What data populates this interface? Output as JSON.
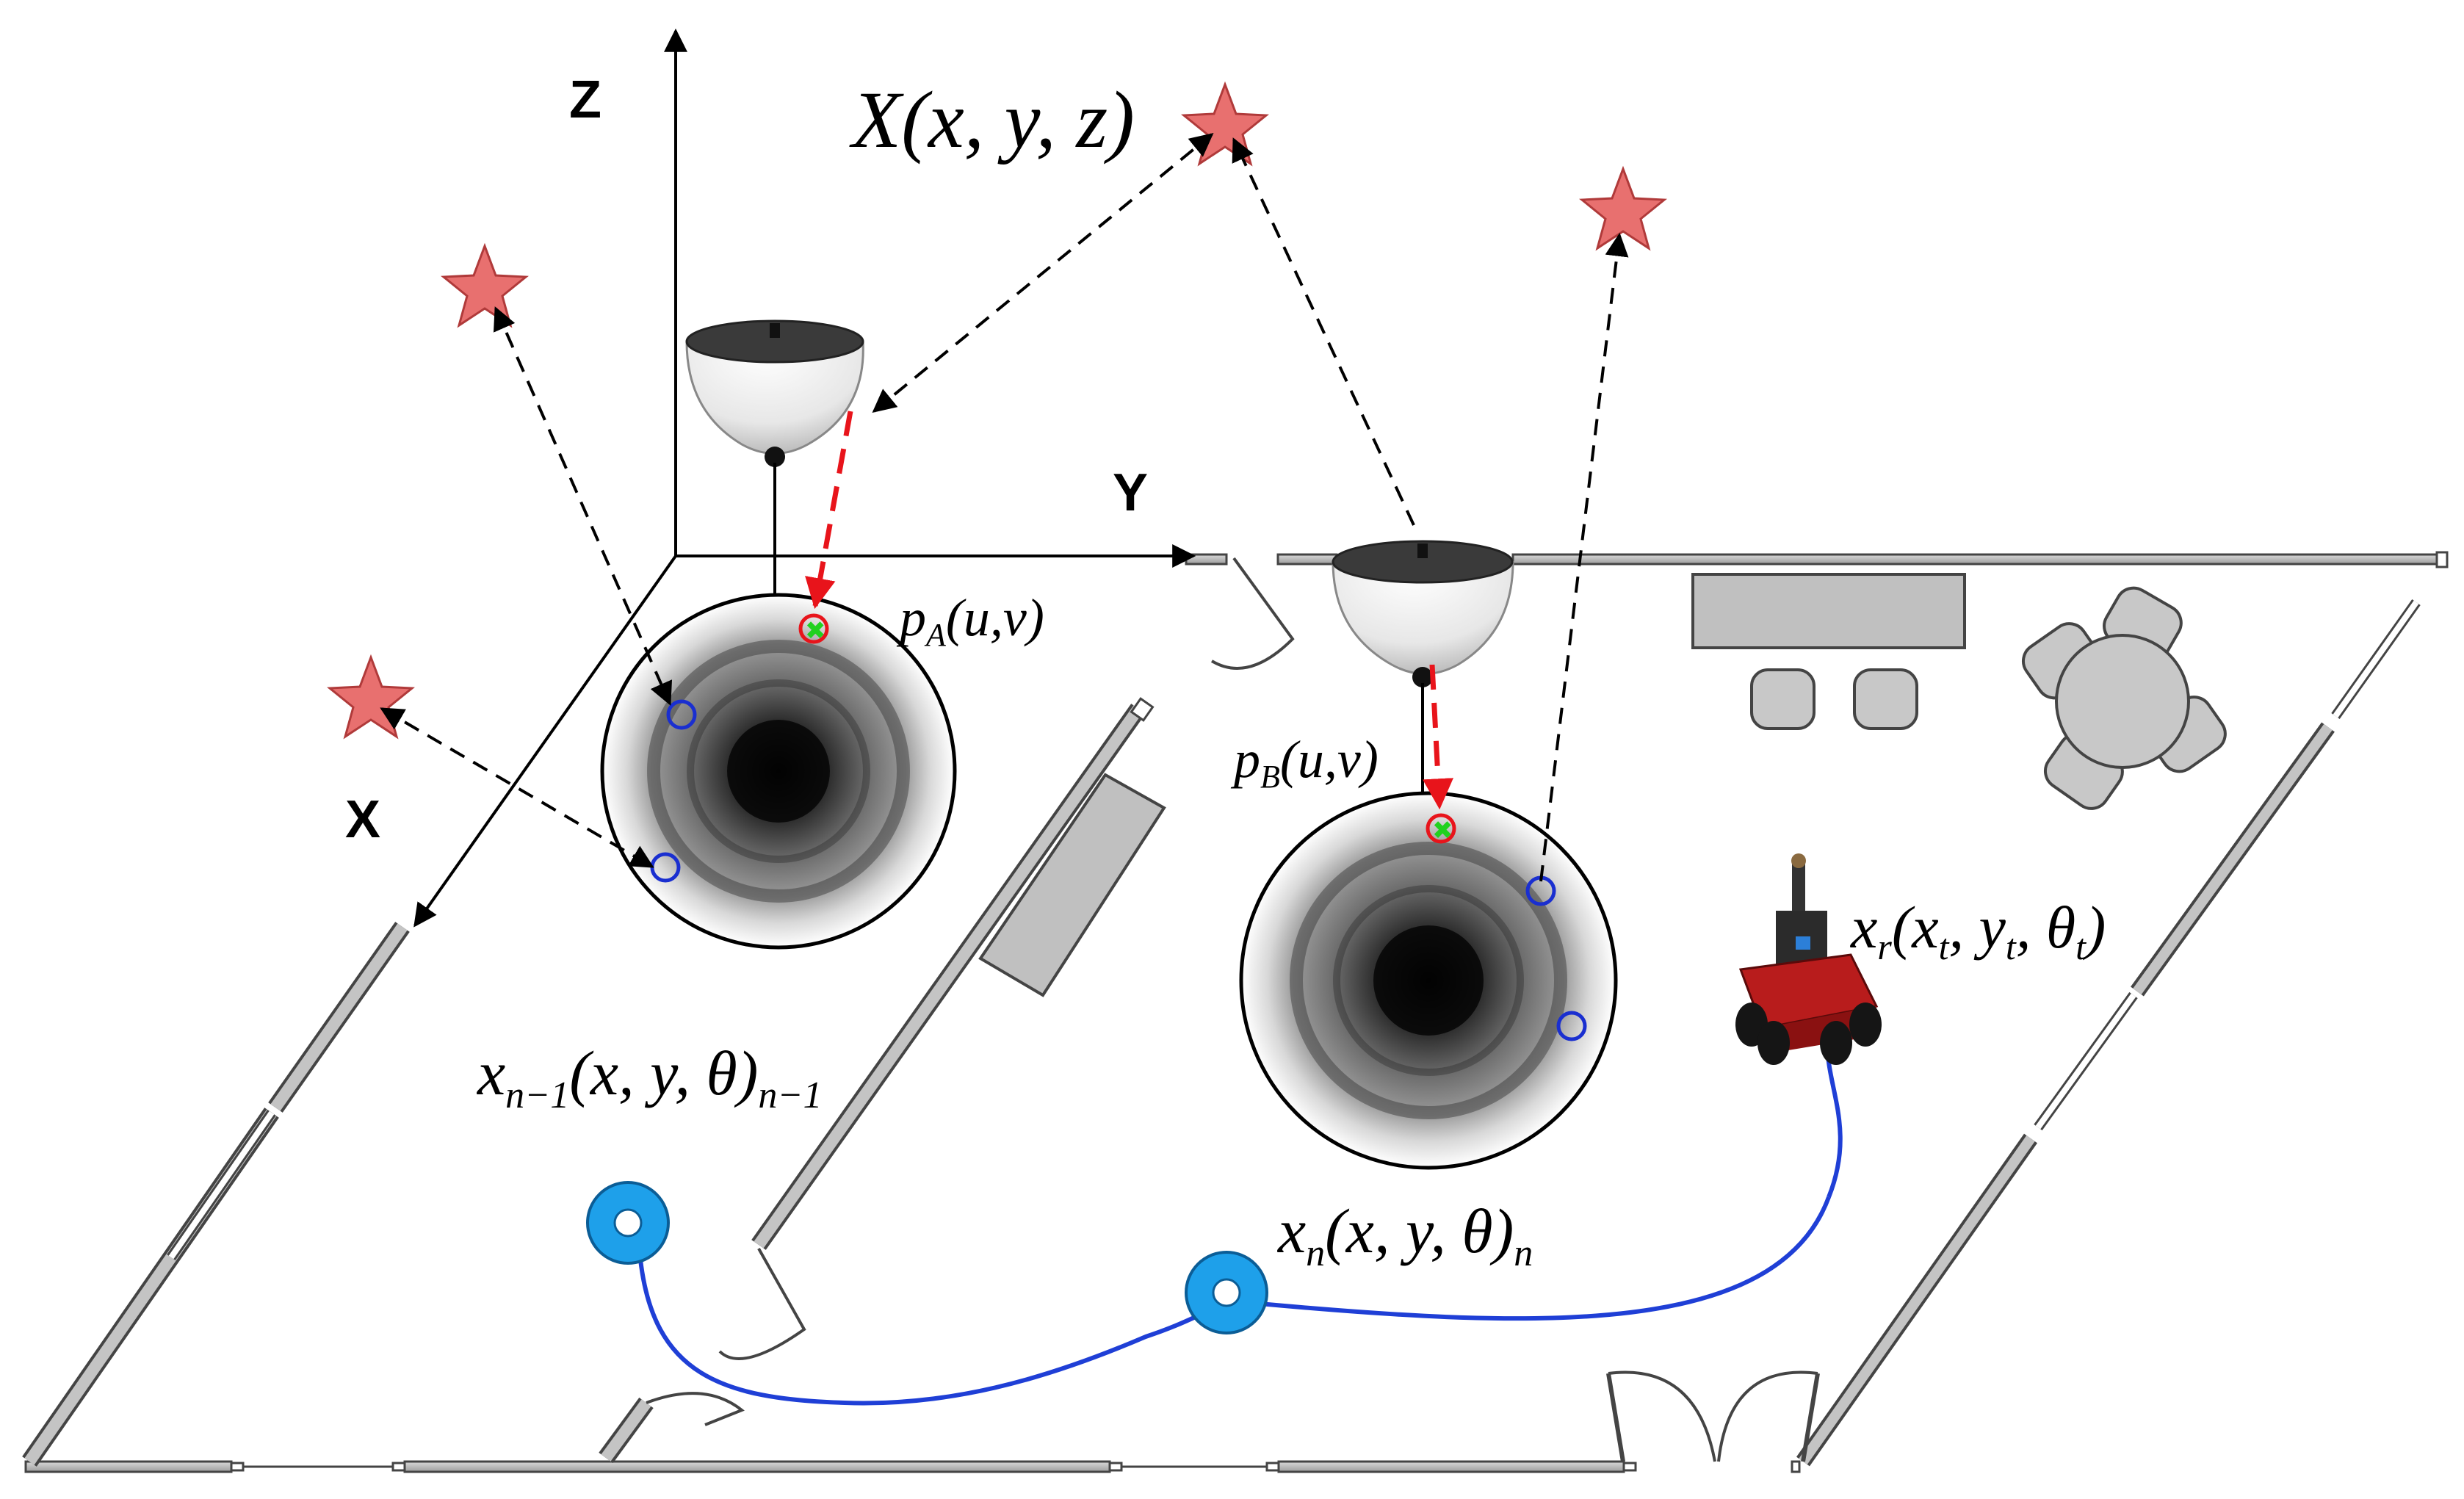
{
  "axes": {
    "z": "Z",
    "y": "Y",
    "x": "X"
  },
  "labels": {
    "landmark": {
      "main": "X",
      "args": "(x, y, z)"
    },
    "pa": {
      "main": "p",
      "sub": "A",
      "args": "(u,v)"
    },
    "pb": {
      "main": "p",
      "sub": "B",
      "args": "(u,v)"
    },
    "robot": {
      "main": "x",
      "sub": "r",
      "open": "(",
      "a": "x",
      "as": "t",
      "sep1": ", ",
      "b": "y",
      "bs": "t",
      "sep2": ", ",
      "c": "θ",
      "cs": "t",
      "close": ")"
    },
    "prev": {
      "main": "x",
      "sub": "n−1",
      "args": "(x, y, θ)",
      "sub2": "n−1"
    },
    "curr": {
      "main": "x",
      "sub": "n",
      "args": "(x, y, θ)",
      "sub2": "n"
    }
  },
  "colors": {
    "star": "#e8706f",
    "trajectory": "#1f3fd6",
    "node": "#1ea0ea",
    "projection": "#e8141b",
    "feature": "#1a2fd0",
    "wall": "#bdbdbd"
  }
}
